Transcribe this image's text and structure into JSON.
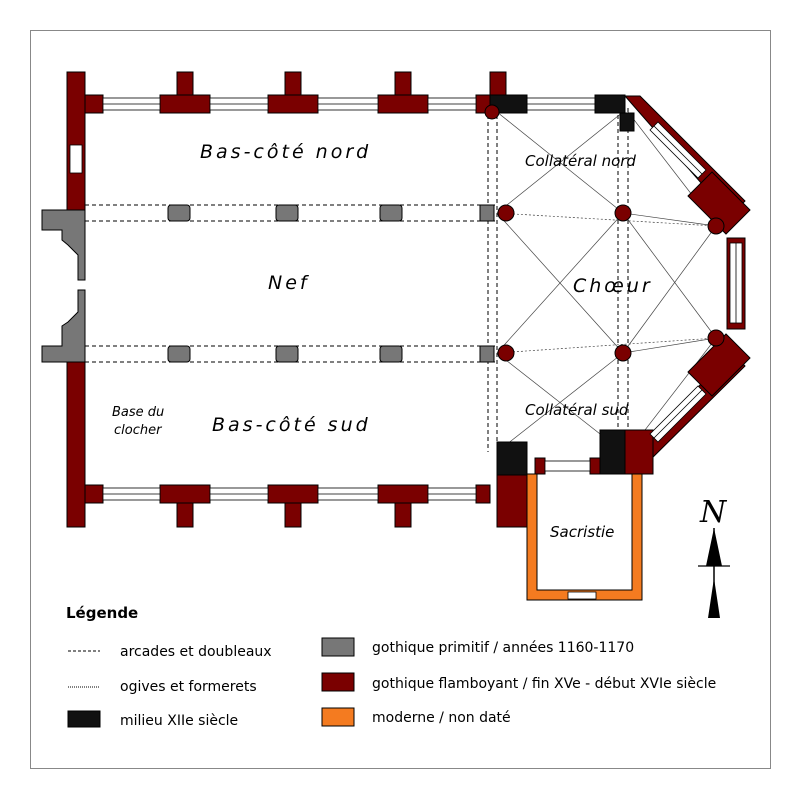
{
  "colors": {
    "early_gothic": "#777777",
    "flamboyant_gothic": "#7a0000",
    "mid_12th": "#111111",
    "modern": "#f47b20",
    "line": "#000000"
  },
  "rooms": {
    "north_aisle": "Bas-côté nord",
    "nave": "Nef",
    "south_aisle": "Bas-côté sud",
    "bell_tower_base_line1": "Base du",
    "bell_tower_base_line2": "clocher",
    "north_collateral": "Collatéral nord",
    "choir": "Chœur",
    "south_collateral": "Collatéral sud",
    "sacristy": "Sacristie"
  },
  "north_arrow": {
    "label": "N",
    "icon": "north-arrow-icon"
  },
  "legend": {
    "title": "Légende",
    "items": [
      {
        "label": "arcades et doubleaux",
        "swatch": "dashed-line"
      },
      {
        "label": "ogives et formerets",
        "swatch": "dotted-line"
      },
      {
        "label": "milieu XIIe siècle",
        "swatch": "mid_12th"
      },
      {
        "label": "gothique primitif / années 1160-1170",
        "swatch": "early_gothic"
      },
      {
        "label": "gothique flamboyant / fin XVe - début XVIe siècle",
        "swatch": "flamboyant_gothic"
      },
      {
        "label": "moderne / non daté",
        "swatch": "modern"
      }
    ]
  }
}
